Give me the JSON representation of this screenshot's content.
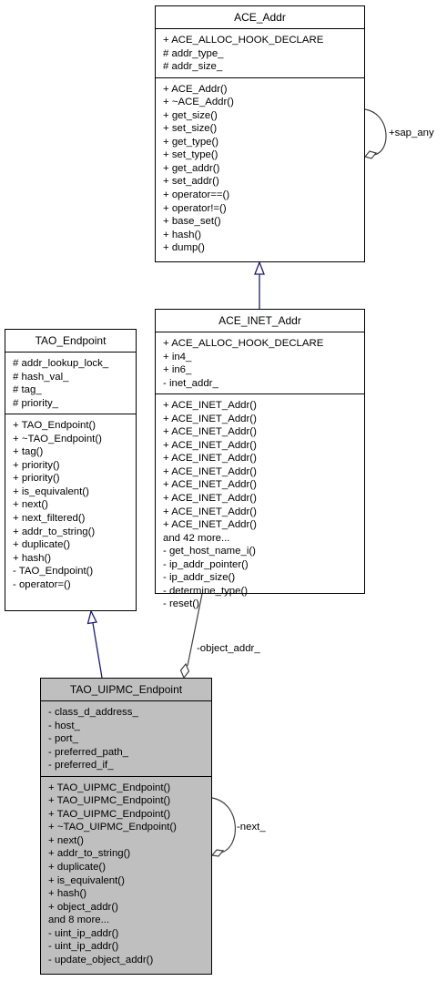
{
  "classes": {
    "ace_addr": {
      "name": "ACE_Addr",
      "attributes": [
        "+ ACE_ALLOC_HOOK_DECLARE",
        "# addr_type_",
        "# addr_size_"
      ],
      "methods": [
        "+ ACE_Addr()",
        "+ ~ACE_Addr()",
        "+ get_size()",
        "+ set_size()",
        "+ get_type()",
        "+ set_type()",
        "+ get_addr()",
        "+ set_addr()",
        "+ operator==()",
        "+ operator!=()",
        "+ base_set()",
        "+ hash()",
        "+ dump()"
      ]
    },
    "ace_inet_addr": {
      "name": "ACE_INET_Addr",
      "attributes": [
        "+ ACE_ALLOC_HOOK_DECLARE",
        "+ in4_",
        "+ in6_",
        "- inet_addr_"
      ],
      "methods": [
        "+ ACE_INET_Addr()",
        "+ ACE_INET_Addr()",
        "+ ACE_INET_Addr()",
        "+ ACE_INET_Addr()",
        "+ ACE_INET_Addr()",
        "+ ACE_INET_Addr()",
        "+ ACE_INET_Addr()",
        "+ ACE_INET_Addr()",
        "+ ACE_INET_Addr()",
        "+ ACE_INET_Addr()",
        "and 42 more...",
        "- get_host_name_i()",
        "- ip_addr_pointer()",
        "- ip_addr_size()",
        "- determine_type()",
        "- reset()"
      ]
    },
    "tao_endpoint": {
      "name": "TAO_Endpoint",
      "attributes": [
        "# addr_lookup_lock_",
        "# hash_val_",
        "# tag_",
        "# priority_"
      ],
      "methods": [
        "+ TAO_Endpoint()",
        "+ ~TAO_Endpoint()",
        "+ tag()",
        "+ priority()",
        "+ priority()",
        "+ is_equivalent()",
        "+ next()",
        "+ next_filtered()",
        "+ addr_to_string()",
        "+ duplicate()",
        "+ hash()",
        "- TAO_Endpoint()",
        "- operator=()"
      ]
    },
    "tao_uipmc_endpoint": {
      "name": "TAO_UIPMC_Endpoint",
      "attributes": [
        "- class_d_address_",
        "- host_",
        "- port_",
        "- preferred_path_",
        "- preferred_if_"
      ],
      "methods": [
        "+ TAO_UIPMC_Endpoint()",
        "+ TAO_UIPMC_Endpoint()",
        "+ TAO_UIPMC_Endpoint()",
        "+ ~TAO_UIPMC_Endpoint()",
        "+ next()",
        "+ addr_to_string()",
        "+ duplicate()",
        "+ is_equivalent()",
        "+ hash()",
        "+ object_addr()",
        "and 8 more...",
        "- uint_ip_addr()",
        "- uint_ip_addr()",
        "- update_object_addr()"
      ]
    }
  },
  "relations": {
    "sap_any": "+sap_any",
    "object_addr": "-object_addr_",
    "next": "-next_"
  },
  "colors": {
    "line": "#000000",
    "inheritance": "#1a1a80",
    "highlight_fill": "#bfbfbf"
  }
}
